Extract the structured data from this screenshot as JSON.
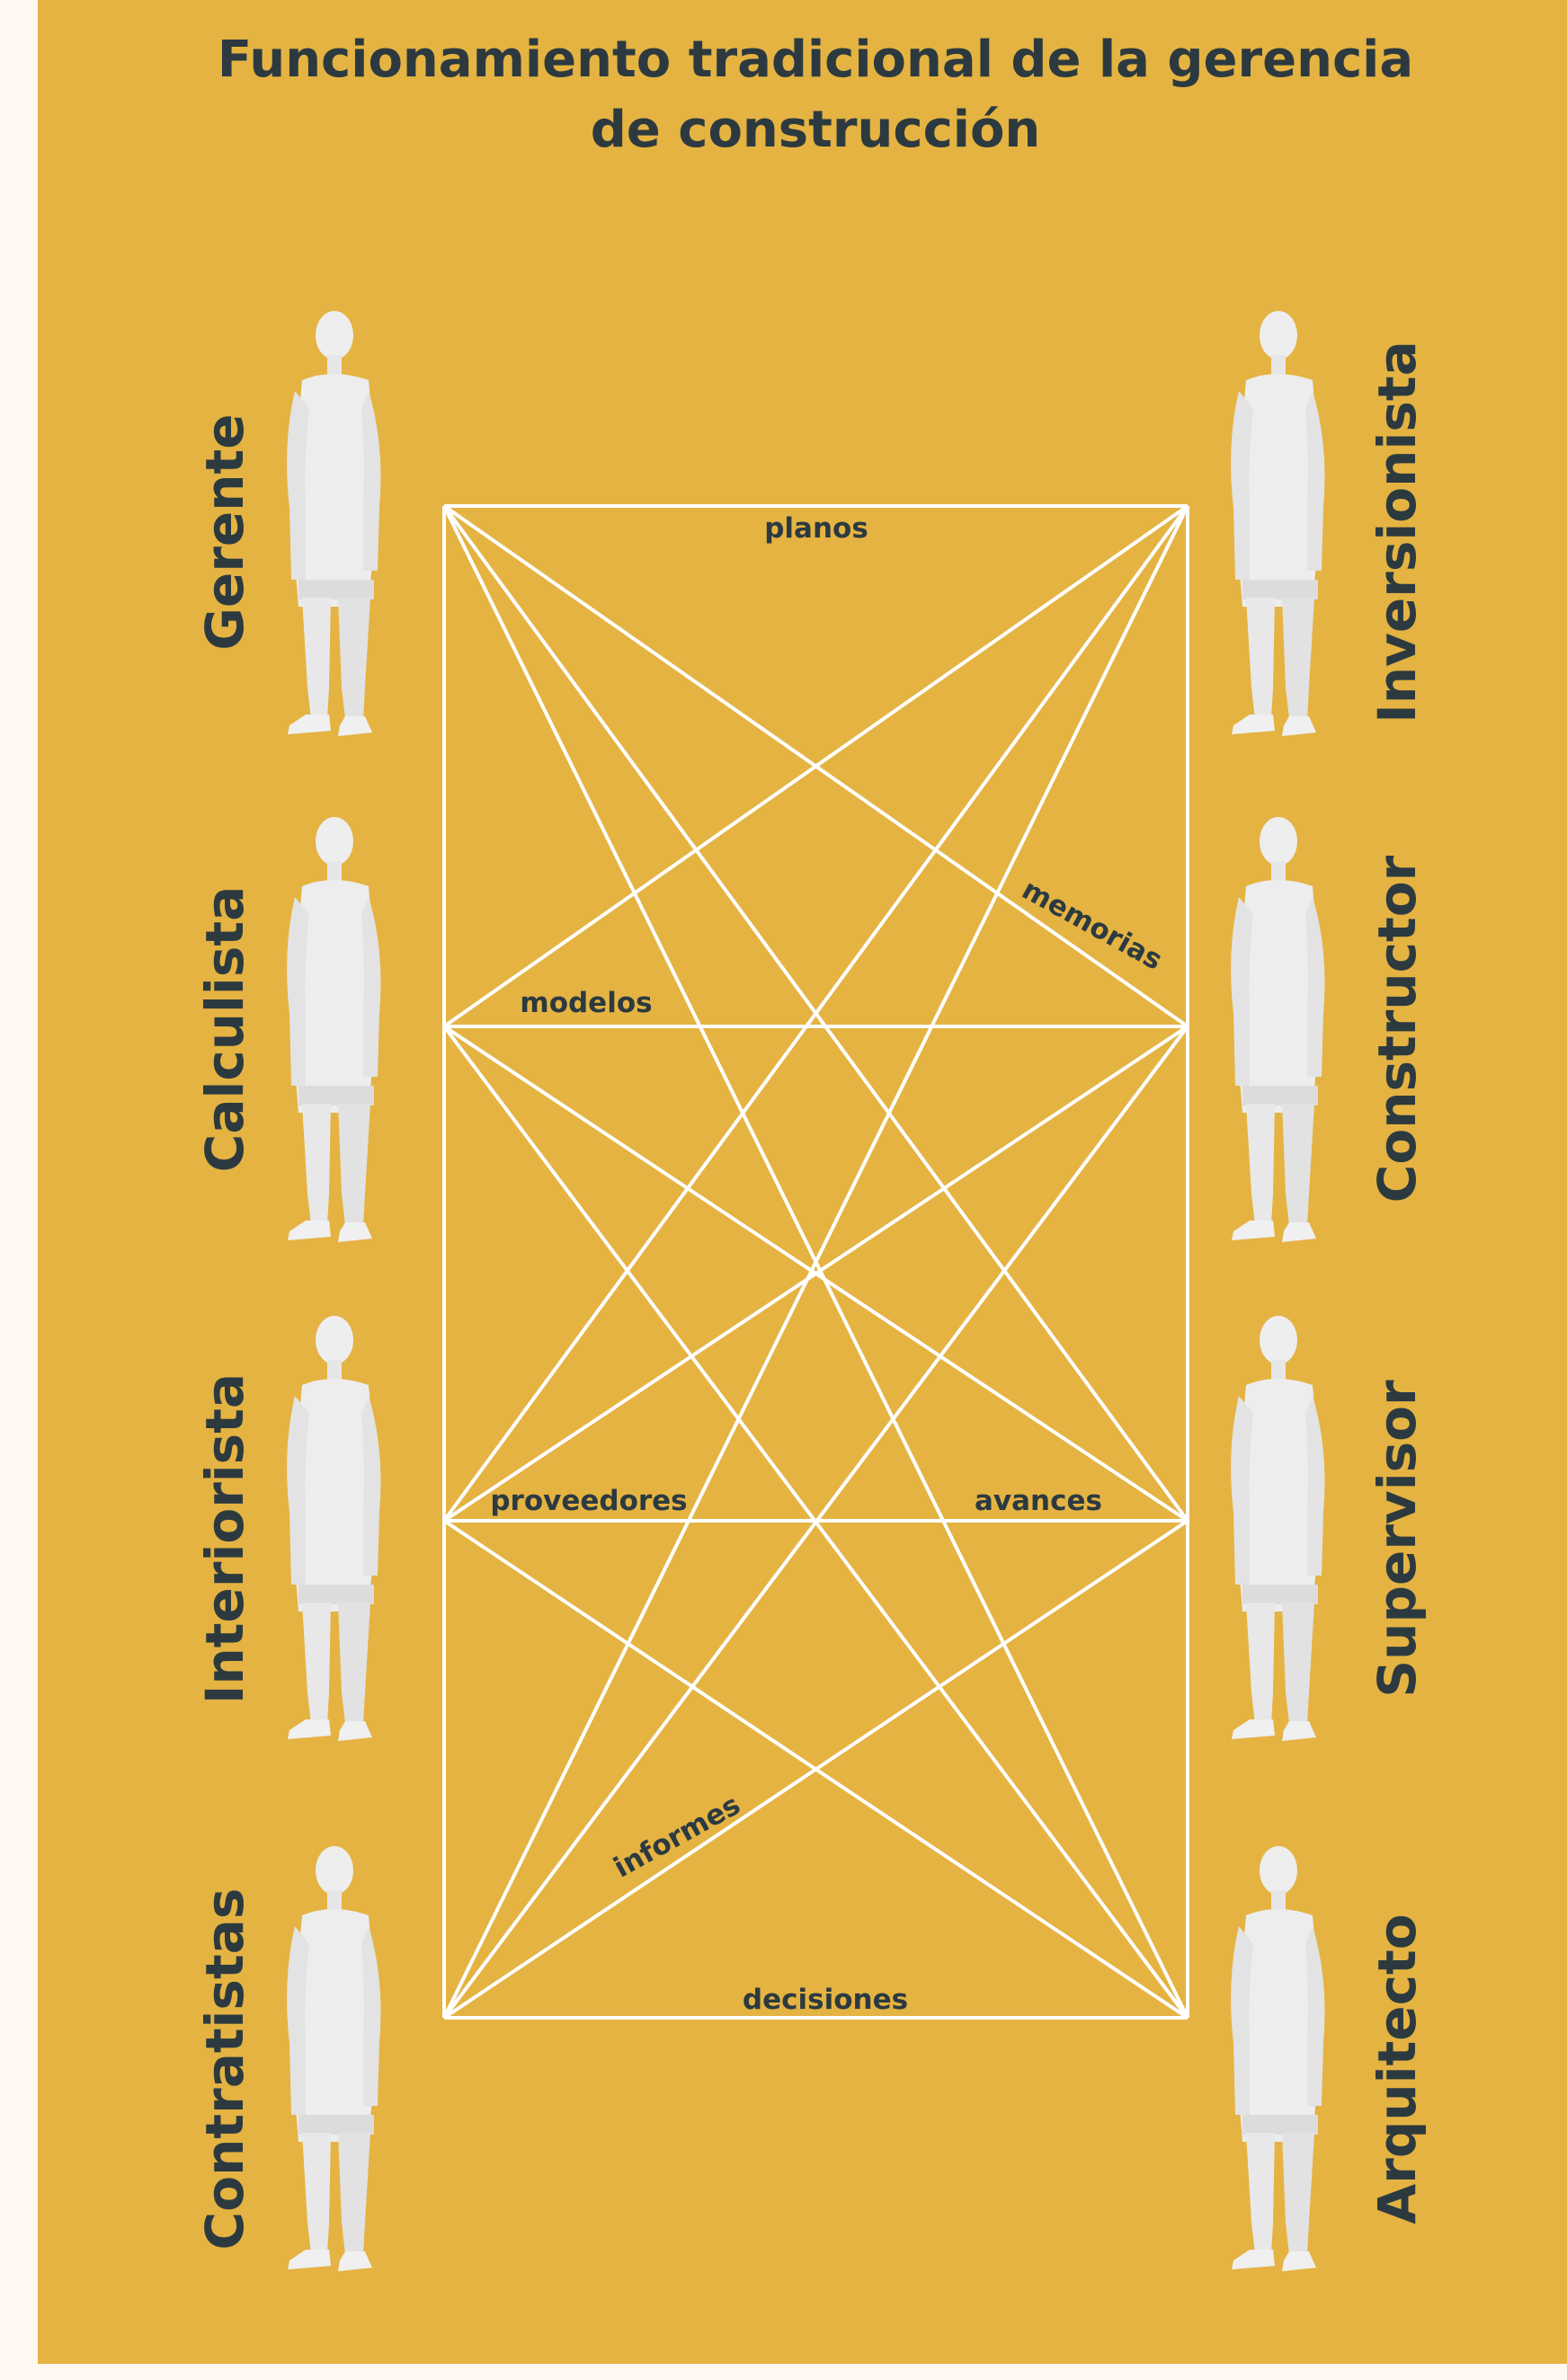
{
  "title": {
    "line1": "Funcionamiento tradicional de la gerencia",
    "line2": "de construcción"
  },
  "colors": {
    "background": "#e4b342",
    "page_margin": "#fef8f1",
    "text": "#2c3a40",
    "lines": "#ffffff",
    "figure": "#e9e9e9"
  },
  "roles": {
    "left": [
      "Gerente",
      "Calculista",
      "Interiorista",
      "Contratistas"
    ],
    "right": [
      "Inversionista",
      "Constructor",
      "Supervisor",
      "Arquitecto"
    ]
  },
  "edge_labels": {
    "planos": "planos",
    "memorias": "memorias",
    "modelos": "modelos",
    "proveedores": "proveedores",
    "avances": "avances",
    "informes": "informes",
    "decisiones": "decisiones"
  },
  "figure_icon": "standing-person-figure"
}
